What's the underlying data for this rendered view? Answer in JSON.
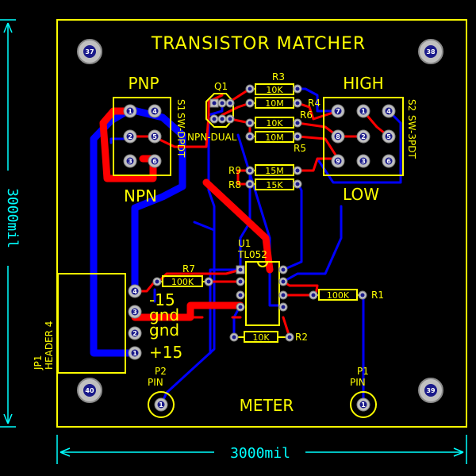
{
  "title": "TRANSISTOR MATCHER",
  "board_width_label": "3000mil",
  "board_height_label": "3000mil",
  "labels": {
    "pnp": "PNP",
    "npn": "NPN",
    "high": "HIGH",
    "low": "LOW",
    "meter": "METER",
    "m15": "-15",
    "gnd1": "gnd",
    "gnd2": "gnd",
    "p15": "+15"
  },
  "components": {
    "q1": "Q1",
    "q1_value": "NPN-DUAL",
    "u1": "U1",
    "u1_value": "TL052",
    "s1": "S1",
    "s1_value": "SW-DPDT",
    "s2": "S2",
    "s2_value": "SW-3PDT",
    "jp1": "JP1",
    "jp1_value": "HEADER 4",
    "p1": "P1",
    "p1_value": "PIN",
    "p2": "P2",
    "p2_value": "PIN",
    "r1": "R1",
    "r1_value": "100K",
    "r2": "R2",
    "r2_value": "10K",
    "r3": "R3",
    "r3_value": "10K",
    "r4": "R4",
    "r4_value": "10M",
    "r5": "R5",
    "r5_value": "10M",
    "r6": "R6",
    "r6_value": "10K",
    "r7": "R7",
    "r7_value": "100K",
    "r8": "R8",
    "r8_value": "15K",
    "r9": "R9",
    "r9_value": "15M"
  },
  "mount_holes": {
    "h37": "37",
    "h38": "38",
    "h39": "39",
    "h40": "40"
  },
  "pads": {
    "s1": [
      "1",
      "4",
      "2",
      "5",
      "3",
      "6"
    ],
    "s2": [
      "7",
      "1",
      "4",
      "8",
      "2",
      "5",
      "9",
      "3",
      "6"
    ],
    "jp1": [
      "4",
      "3",
      "2",
      "1"
    ],
    "pin": "1"
  },
  "colors": {
    "top_copper": "#ff0000",
    "bottom_copper": "#0000ff",
    "silkscreen": "#ffff00",
    "dimension": "#00ffff",
    "board": "#000000"
  }
}
